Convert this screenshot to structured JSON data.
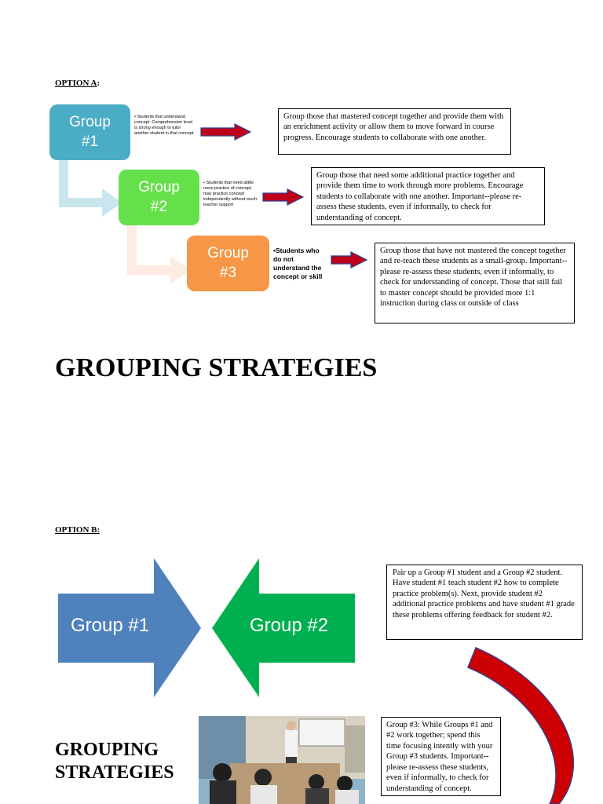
{
  "option_a": {
    "label": "OPTION A",
    "colon": ":",
    "groups": [
      {
        "line1": "Group",
        "line2": "#1",
        "color": "#4bacc6",
        "note": "• Students that understand concept. Comprehension level is strong enough to tutor another student in that concept",
        "description": "Group those that mastered concept together and provide them with an enrichment activity or allow them to move forward in course progress. Encourage students to collaborate with one another."
      },
      {
        "line1": "Group",
        "line2": "#2",
        "color": "#66e04a",
        "note": "• Students that need alittle more practice of concept; may practice concept independently without much teacher support",
        "description": "Group those that need some additional practice together and provide them time to work through more problems. Encourage students to collaborate with one another. Important--please re-assess these students, even if informally, to check for understanding of concept."
      },
      {
        "line1": "Group",
        "line2": "#3",
        "color": "#f79646",
        "note": "•Students who do not understand the concept or skill",
        "description": "Group those that have not mastered the concept together and re-teach these students as a small-group. Important--please re-assess these students, even if informally, to check for understanding of concept. Those that still fail to master concept should be provided more 1:1 instruction during class or outside of class"
      }
    ],
    "arrow_color": "#c0001a"
  },
  "title_1": "GROUPING STRATEGIES",
  "option_b": {
    "label": "OPTION B:",
    "arrow_left": {
      "text": "Group #1",
      "color": "#4f81bd"
    },
    "arrow_right": {
      "text": "Group #2",
      "color": "#00b050"
    },
    "pair_box": "Pair up a Group #1 student and a Group #2 student. Have student #1 teach student #2 how to complete practice problem(s). Next, provide student #2 additional practice problems and have student #1 grade these problems offering feedback for student #2.",
    "group3_box": "Group #3: While Groups #1 and #2 work together; spend this time focusing intently with your Group #3 students. Important--please re-assess these students, even if informally, to check for understanding of concept.",
    "curved_arrow_color": "#cc0000"
  },
  "title_2": {
    "line1": "GROUPING",
    "line2": "STRATEGIES"
  }
}
